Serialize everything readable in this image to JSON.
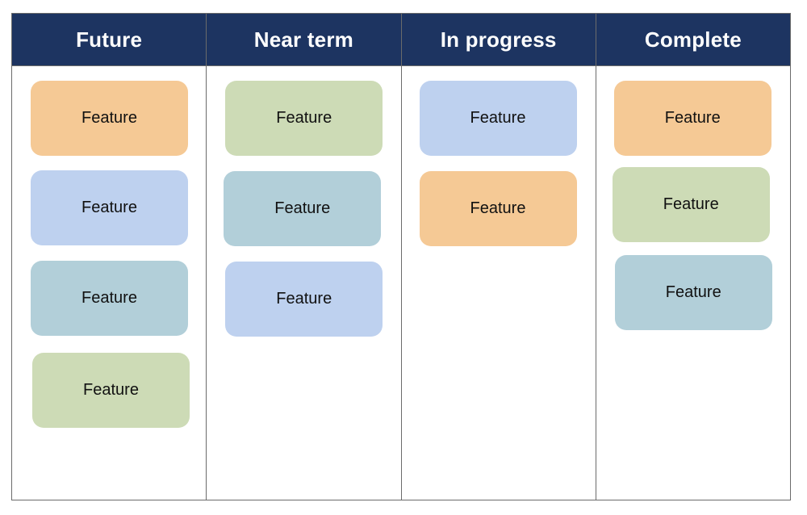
{
  "board": {
    "columns": [
      {
        "title": "Future",
        "cards": [
          {
            "label": "Feature",
            "color": "#f5c995"
          },
          {
            "label": "Feature",
            "color": "#bed1ef"
          },
          {
            "label": "Feature",
            "color": "#b2cfd9"
          },
          {
            "label": "Feature",
            "color": "#cddbb6"
          }
        ]
      },
      {
        "title": "Near term",
        "cards": [
          {
            "label": "Feature",
            "color": "#cddbb6"
          },
          {
            "label": "Feature",
            "color": "#b2cfd9"
          },
          {
            "label": "Feature",
            "color": "#bed1ef"
          }
        ]
      },
      {
        "title": "In progress",
        "cards": [
          {
            "label": "Feature",
            "color": "#bed1ef"
          },
          {
            "label": "Feature",
            "color": "#f5c995"
          }
        ]
      },
      {
        "title": "Complete",
        "cards": [
          {
            "label": "Feature",
            "color": "#f5c995"
          },
          {
            "label": "Feature",
            "color": "#cddbb6"
          },
          {
            "label": "Feature",
            "color": "#b2cfd9"
          }
        ]
      }
    ],
    "colors": {
      "header_background": "#1d3461",
      "header_text": "#ffffff",
      "border": "#6b6b6b"
    }
  }
}
